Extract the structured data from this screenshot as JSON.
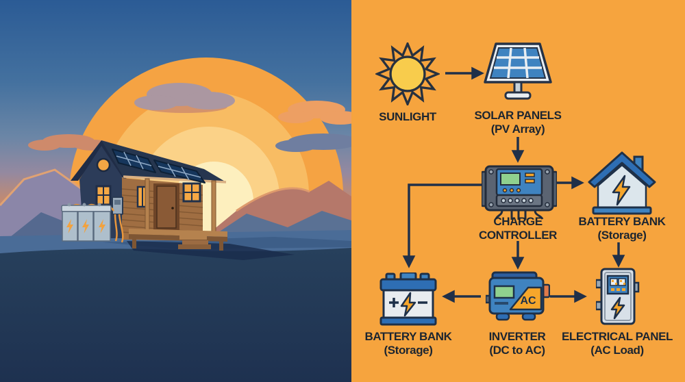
{
  "scene": {
    "palette": {
      "sky_top": "#2B5B95",
      "sunset_glow": "#E59A60",
      "sun_outer": "#F5A343",
      "sun_core": "#FDEFBE",
      "ground": "#223A5B",
      "cabin_gable": "#2C3C59",
      "cabin_wood": "#A06E42",
      "window_glow": "#F5A845"
    }
  },
  "diagram": {
    "background": "#F6A43E",
    "line_color": "#203049",
    "text_color": "#1C2530",
    "icon_blue": "#3F83C0",
    "icon_orange": "#F6A62B",
    "screen_green": "#90D18E",
    "inverter_ac_text": "AC",
    "nodes": [
      {
        "id": "sunlight",
        "icon": "sun-icon",
        "label_lines": [
          "SUNLIGHT"
        ]
      },
      {
        "id": "solar-panels",
        "icon": "solar-panel-icon",
        "label_lines": [
          "SOLAR PANELS",
          "(PV Array)"
        ]
      },
      {
        "id": "charge-controller",
        "icon": "charge-controller-icon",
        "label_lines": [
          "CHARGE",
          "CONTROLLER"
        ]
      },
      {
        "id": "battery-bank-house",
        "icon": "house-bolt-icon",
        "label_lines": [
          "BATTERY BANK",
          "(Storage)"
        ]
      },
      {
        "id": "battery-bank",
        "icon": "battery-icon",
        "label_lines": [
          "BATTERY BANK",
          "(Storage)"
        ]
      },
      {
        "id": "inverter",
        "icon": "inverter-icon",
        "label_lines": [
          "INVERTER",
          "(DC to AC)"
        ]
      },
      {
        "id": "electrical-panel",
        "icon": "electrical-panel-icon",
        "label_lines": [
          "ELECTRICAL PANEL",
          "(AC Load)"
        ]
      }
    ],
    "connections": [
      {
        "from": "sunlight",
        "to": "solar-panels",
        "direction": "right"
      },
      {
        "from": "solar-panels",
        "to": "charge-controller",
        "direction": "down"
      },
      {
        "from": "charge-controller",
        "to": "battery-bank-house",
        "direction": "right"
      },
      {
        "from": "charge-controller",
        "to": "battery-bank",
        "direction": "left-then-down"
      },
      {
        "from": "charge-controller",
        "to": "inverter",
        "direction": "down"
      },
      {
        "from": "battery-bank-house",
        "to": "electrical-panel",
        "direction": "down"
      },
      {
        "from": "inverter",
        "to": "battery-bank",
        "direction": "left"
      },
      {
        "from": "inverter",
        "to": "electrical-panel",
        "direction": "right"
      }
    ]
  }
}
